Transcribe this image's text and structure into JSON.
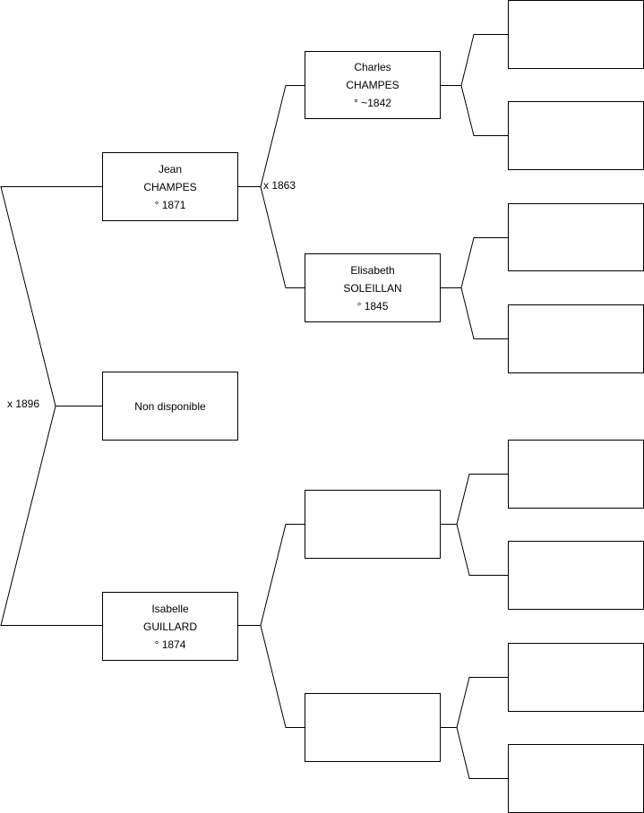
{
  "tree": {
    "child": {
      "name": "Non disponible"
    },
    "parents_marriage": "x 1896",
    "father": {
      "first": "Jean",
      "last": "CHAMPES",
      "birth": "° 1871"
    },
    "mother": {
      "first": "Isabelle",
      "last": "GUILLARD",
      "birth": "° 1874"
    },
    "paternal_marriage": "x 1863",
    "paternal_grandfather": {
      "first": "Charles",
      "last": "CHAMPES",
      "birth": "° ~1842"
    },
    "paternal_grandmother": {
      "first": "Elisabeth",
      "last": "SOLEILLAN",
      "birth": "° 1845"
    },
    "maternal_grandfather": {
      "first": "",
      "last": "",
      "birth": ""
    },
    "maternal_grandmother": {
      "first": "",
      "last": "",
      "birth": ""
    }
  }
}
